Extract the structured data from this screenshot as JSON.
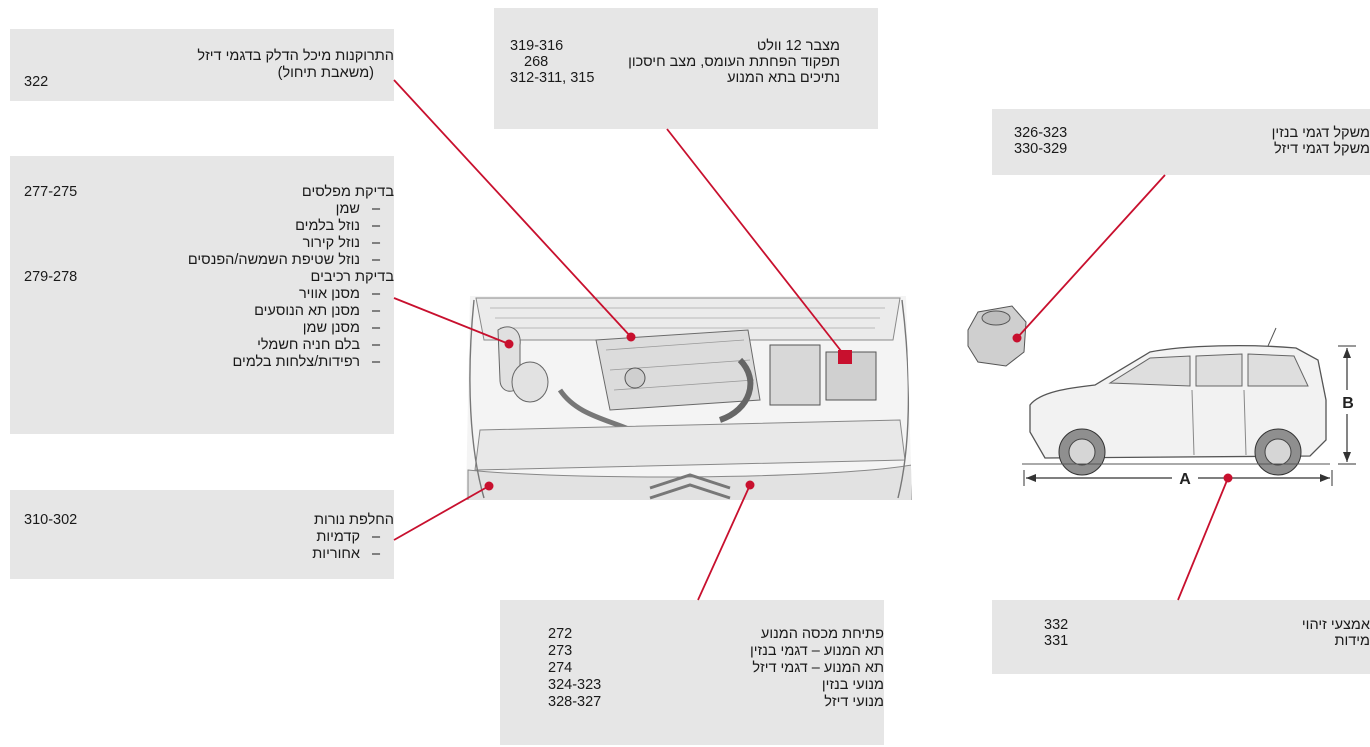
{
  "fuel_box": {
    "title_line1": "התרוקנות מיכל הדלק בדגמי דיזל",
    "title_line2": "(משאבת תיחול)",
    "page": "322"
  },
  "battery_box": {
    "rows": [
      {
        "label": "מצבר 12 וולט",
        "page": "319-316"
      },
      {
        "label": "תפקוד הפחתת העומס, מצב חיסכון",
        "page": "268"
      },
      {
        "label": "נתיכים בתא המנוע",
        "page": "315 ,312-311"
      }
    ]
  },
  "weight_box": {
    "rows": [
      {
        "label": "משקל דגמי בנזין",
        "page": "326-323"
      },
      {
        "label": "משקל דגמי דיזל",
        "page": "330-329"
      }
    ]
  },
  "levels_box": {
    "title": "בדיקת מפלסים",
    "title_page": "277-275",
    "items": [
      "שמן",
      "נוזל בלמים",
      "נוזל קירור",
      "נוזל שטיפת השמשה/הפנסים"
    ],
    "title2": "בדיקת רכיבים",
    "title2_page": "279-278",
    "items2": [
      "מסנן אוויר",
      "מסנן תא הנוסעים",
      "מסנן שמן",
      "בלם חניה חשמלי",
      "רפידות/צלחות בלמים"
    ],
    "dash": "–"
  },
  "bulbs_box": {
    "title": "החלפת נורות",
    "page": "310-302",
    "items": [
      "קדמיות",
      "אחוריות"
    ],
    "dash": "–"
  },
  "bonnet_box": {
    "rows": [
      {
        "label": "פתיחת מכסה המנוע",
        "page": "272"
      },
      {
        "label": "תא המנוע – דגמי בנזין",
        "page": "273"
      },
      {
        "label": "תא המנוע – דגמי דיזל",
        "page": "274"
      },
      {
        "label": "מנועי בנזין",
        "page": "324-323"
      },
      {
        "label": "מנועי דיזל",
        "page": "328-327"
      }
    ]
  },
  "id_box": {
    "rows": [
      {
        "label": "אמצעי זיהוי",
        "page": "332"
      },
      {
        "label": "מידות",
        "page": "331"
      }
    ]
  },
  "dimension_labels": {
    "length": "A",
    "height": "B"
  },
  "colors": {
    "callout_line": "#c8102e",
    "box_bg": "#e6e6e6"
  }
}
